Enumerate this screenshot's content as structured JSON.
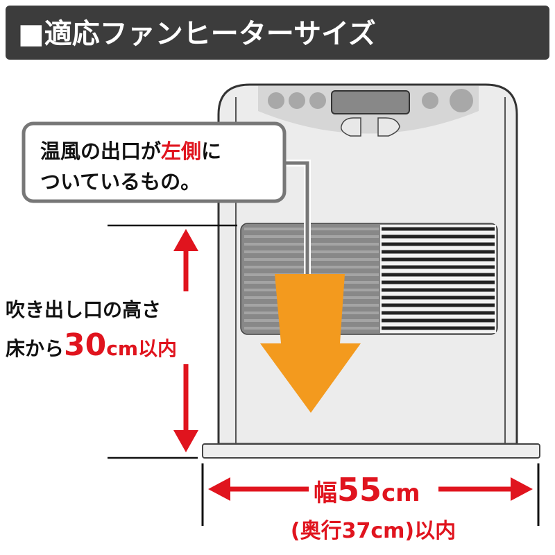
{
  "header": {
    "title": "■適応ファンヒーターサイズ"
  },
  "callout": {
    "line1_pre": "温風の出口が",
    "line1_highlight": "左側",
    "line1_post": "に",
    "line2": "ついているもの。"
  },
  "height_label": {
    "line1": "吹き出し口の高さ",
    "line2_pre": "床から",
    "line2_value": "30",
    "line2_unit": "cm以内"
  },
  "width_label": {
    "prefix": "幅",
    "value": "55",
    "unit": "cm",
    "depth": "(奥行37cm)以内"
  },
  "colors": {
    "header_bg": "#3c3c3c",
    "accent_red": "#e0141e",
    "arrow_orange": "#f39a1e",
    "heater_body": "#ececec"
  }
}
